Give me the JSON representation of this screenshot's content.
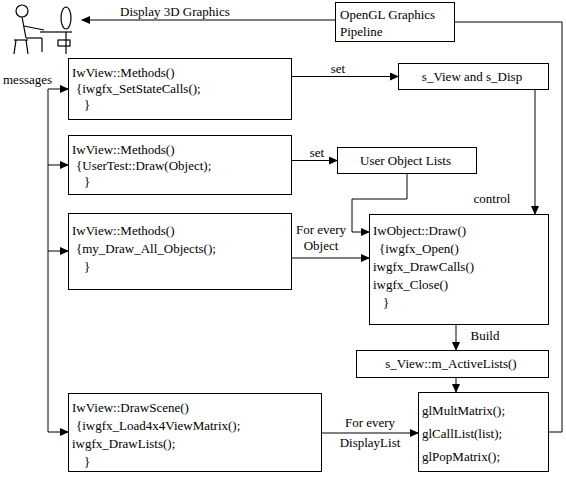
{
  "diagram": {
    "nodes": [
      {
        "text": [
          "OpenGL Graphics Pipeline"
        ]
      },
      {
        "text": [
          "IwView::Methods()",
          "{iwgfx_SetStateCalls();",
          "}"
        ]
      },
      {
        "text": [
          "s_View and s_Disp"
        ]
      },
      {
        "text": [
          "IwView::Methods()",
          "{UserTest::Draw(Object);",
          "}"
        ]
      },
      {
        "text": [
          "User Object Lists"
        ]
      },
      {
        "text": [
          "IwView::Methods()",
          "{my_Draw_All_Objects();",
          "}"
        ]
      },
      {
        "text": [
          "IwObject::Draw()",
          "{iwgfx_Open()",
          "iwgfx_DrawCalls()",
          "iwgfx_Close()",
          "}"
        ]
      },
      {
        "text": [
          "s_View::m_ActiveLists()"
        ]
      },
      {
        "text": [
          "IwView::DrawScene()",
          "{iwgfx_Load4x4ViewMatrix();",
          "iwgfx_DrawLists();",
          "}"
        ]
      },
      {
        "text": [
          "glMultMatrix();",
          "glCallList(list);",
          "glPopMatrix();"
        ]
      }
    ],
    "edges": [
      {
        "from": 1,
        "to": 2,
        "label": "set",
        "arrow": "to"
      },
      {
        "from": 3,
        "to": 4,
        "label": "set",
        "arrow": "to"
      },
      {
        "from": 5,
        "to": 6,
        "label": "For every Object",
        "arrow": "to"
      },
      {
        "from": 4,
        "to": 6,
        "arrow": "to"
      },
      {
        "from": 2,
        "to": 6,
        "label": "control",
        "arrow": "to"
      },
      {
        "from": 6,
        "to": 7,
        "label": "Build",
        "arrow": "to"
      },
      {
        "from": 7,
        "to": 9,
        "arrow": "to"
      },
      {
        "from": 8,
        "to": 9,
        "label": "For every DisplayList",
        "arrow": "to"
      },
      {
        "from": 9,
        "to": 0,
        "arrow": "none"
      }
    ],
    "labels": [
      "Display 3D Graphics",
      "messages"
    ]
  }
}
